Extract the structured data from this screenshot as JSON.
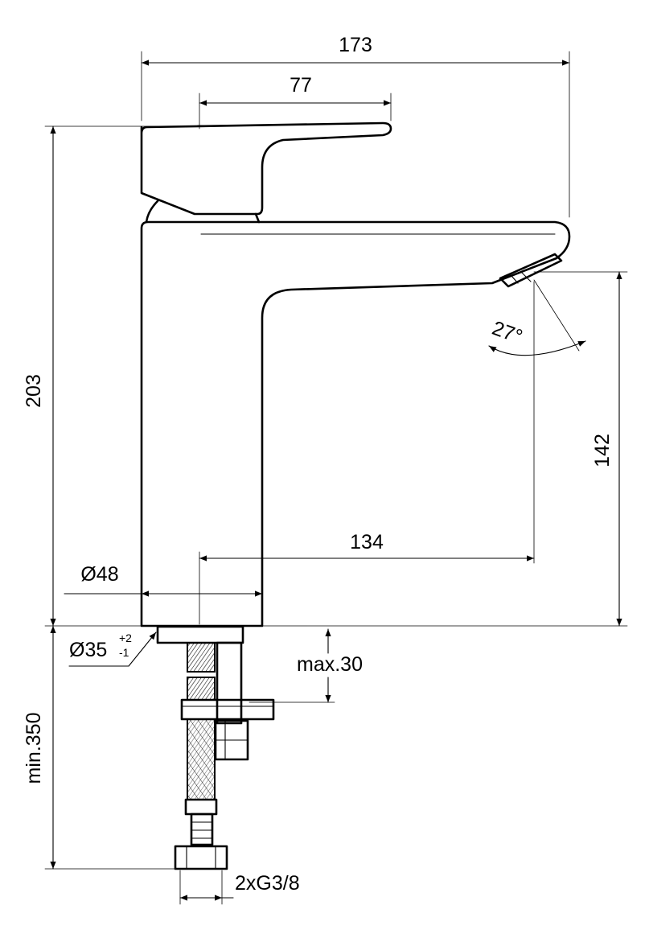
{
  "dimensions": {
    "total_length": "173",
    "handle_length": "77",
    "height": "203",
    "spout_height": "142",
    "spout_reach": "134",
    "body_diameter": "Ø48",
    "hole_diameter_base": "Ø35",
    "hole_tol_plus": "+2",
    "hole_tol_minus": "-1",
    "max_thickness": "max.30",
    "hose_length": "min.350",
    "connection": "2xG3/8",
    "spout_angle": "27°"
  },
  "colors": {
    "line": "#000000",
    "background": "#ffffff"
  }
}
